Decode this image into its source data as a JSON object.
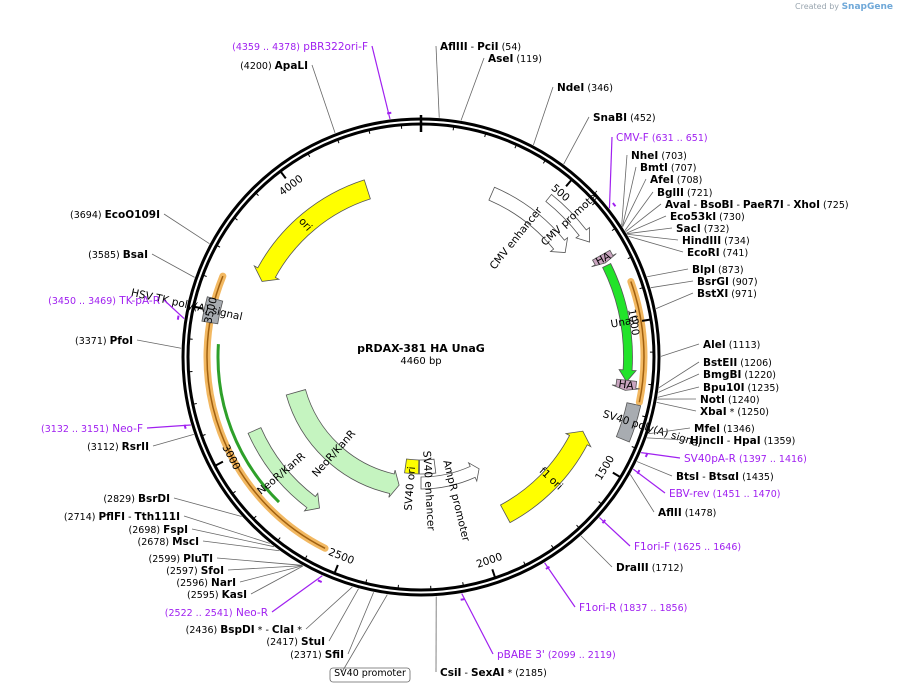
{
  "credit": {
    "prefix": "Created by",
    "brand": "SnapGene"
  },
  "plasmid": {
    "name": "pRDAX-381    HA UnaG",
    "size_label": "4460 bp",
    "length": 4460
  },
  "tick_labels": [
    "500",
    "1000",
    "1500",
    "2000",
    "2500",
    "3000",
    "3500",
    "4000"
  ],
  "sites": [
    {
      "parts": [
        [
          "AflIII",
          "b"
        ],
        [
          "  -  ",
          "n"
        ],
        [
          "PciI",
          "b"
        ],
        [
          "  (54)",
          "n"
        ]
      ],
      "pos": 54
    },
    {
      "parts": [
        [
          "AseI",
          "b"
        ],
        [
          "  (119)",
          "n"
        ]
      ],
      "pos": 119
    },
    {
      "parts": [
        [
          "NdeI",
          "b"
        ],
        [
          "  (346)",
          "n"
        ]
      ],
      "pos": 346
    },
    {
      "parts": [
        [
          "SnaBI",
          "b"
        ],
        [
          "  (452)",
          "n"
        ]
      ],
      "pos": 452
    },
    {
      "parts": [
        [
          "NheI",
          "b"
        ],
        [
          "  (703)",
          "n"
        ]
      ],
      "pos": 703
    },
    {
      "parts": [
        [
          "BmtI",
          "b"
        ],
        [
          "  (707)",
          "n"
        ]
      ],
      "pos": 707
    },
    {
      "parts": [
        [
          "AfeI",
          "b"
        ],
        [
          "  (708)",
          "n"
        ]
      ],
      "pos": 708
    },
    {
      "parts": [
        [
          "BglII",
          "b"
        ],
        [
          "  (721)",
          "n"
        ]
      ],
      "pos": 721
    },
    {
      "parts": [
        [
          "AvaI",
          "b"
        ],
        [
          "  -  ",
          "n"
        ],
        [
          "BsoBI",
          "b"
        ],
        [
          "  -  ",
          "n"
        ],
        [
          "PaeR7I",
          "b"
        ],
        [
          "  -  ",
          "n"
        ],
        [
          "XhoI",
          "b"
        ],
        [
          "  (725)",
          "n"
        ]
      ],
      "pos": 725
    },
    {
      "parts": [
        [
          "Eco53kI",
          "b"
        ],
        [
          "  (730)",
          "n"
        ]
      ],
      "pos": 730
    },
    {
      "parts": [
        [
          "SacI",
          "b"
        ],
        [
          "  (732)",
          "n"
        ]
      ],
      "pos": 732
    },
    {
      "parts": [
        [
          "HindIII",
          "b"
        ],
        [
          "  (734)",
          "n"
        ]
      ],
      "pos": 734
    },
    {
      "parts": [
        [
          "EcoRI",
          "b"
        ],
        [
          "  (741)",
          "n"
        ]
      ],
      "pos": 741
    },
    {
      "parts": [
        [
          "BlpI",
          "b"
        ],
        [
          "  (873)",
          "n"
        ]
      ],
      "pos": 873
    },
    {
      "parts": [
        [
          "BsrGI",
          "b"
        ],
        [
          "  (907)",
          "n"
        ]
      ],
      "pos": 907
    },
    {
      "parts": [
        [
          "BstXI",
          "b"
        ],
        [
          "  (971)",
          "n"
        ]
      ],
      "pos": 971
    },
    {
      "parts": [
        [
          "AleI",
          "b"
        ],
        [
          "  (1113)",
          "n"
        ]
      ],
      "pos": 1113
    },
    {
      "parts": [
        [
          "BstEII",
          "b"
        ],
        [
          "  (1206)",
          "n"
        ]
      ],
      "pos": 1206
    },
    {
      "parts": [
        [
          "BmgBI",
          "b"
        ],
        [
          "  (1220)",
          "n"
        ]
      ],
      "pos": 1220
    },
    {
      "parts": [
        [
          "Bpu10I",
          "b"
        ],
        [
          "  (1235)",
          "n"
        ]
      ],
      "pos": 1235
    },
    {
      "parts": [
        [
          "NotI",
          "b"
        ],
        [
          "  (1240)",
          "n"
        ]
      ],
      "pos": 1240
    },
    {
      "parts": [
        [
          "XbaI",
          "b"
        ],
        [
          " *  (1250)",
          "n"
        ]
      ],
      "pos": 1250
    },
    {
      "parts": [
        [
          "MfeI",
          "b"
        ],
        [
          "  (1346)",
          "n"
        ]
      ],
      "pos": 1346
    },
    {
      "parts": [
        [
          "HincII",
          "b"
        ],
        [
          "  -  ",
          "n"
        ],
        [
          "HpaI",
          "b"
        ],
        [
          "  (1359)",
          "n"
        ]
      ],
      "pos": 1359
    },
    {
      "parts": [
        [
          "BtsI",
          "b"
        ],
        [
          "  -  ",
          "n"
        ],
        [
          "BtsαI",
          "b"
        ],
        [
          "  (1435)",
          "n"
        ]
      ],
      "pos": 1435
    },
    {
      "parts": [
        [
          "AflII",
          "b"
        ],
        [
          "  (1478)",
          "n"
        ]
      ],
      "pos": 1478
    },
    {
      "parts": [
        [
          "DraIII",
          "b"
        ],
        [
          "  (1712)",
          "n"
        ]
      ],
      "pos": 1712
    },
    {
      "parts": [
        [
          "CsiI",
          "b"
        ],
        [
          "  -  ",
          "n"
        ],
        [
          "SexAI",
          "b"
        ],
        [
          " *  (2185)",
          "n"
        ]
      ],
      "pos": 2185
    },
    {
      "parts": [
        [
          "SV40 promoter",
          "n"
        ]
      ],
      "pos": 2330
    },
    {
      "parts": [
        [
          "(2371)  ",
          "n"
        ],
        [
          "SfiI",
          "b"
        ]
      ],
      "pos": 2371
    },
    {
      "parts": [
        [
          "(2417)  ",
          "n"
        ],
        [
          "StuI",
          "b"
        ]
      ],
      "pos": 2417
    },
    {
      "parts": [
        [
          "(2436)  ",
          "n"
        ],
        [
          "BspDI",
          "b"
        ],
        [
          " *  -  ",
          "n"
        ],
        [
          "ClaI",
          "b"
        ],
        [
          " *",
          "n"
        ]
      ],
      "pos": 2436
    },
    {
      "parts": [
        [
          "(2595)  ",
          "n"
        ],
        [
          "KasI",
          "b"
        ]
      ],
      "pos": 2595
    },
    {
      "parts": [
        [
          "(2596)  ",
          "n"
        ],
        [
          "NarI",
          "b"
        ]
      ],
      "pos": 2596
    },
    {
      "parts": [
        [
          "(2597)  ",
          "n"
        ],
        [
          "SfoI",
          "b"
        ]
      ],
      "pos": 2597
    },
    {
      "parts": [
        [
          "(2599)  ",
          "n"
        ],
        [
          "PluTI",
          "b"
        ]
      ],
      "pos": 2599
    },
    {
      "parts": [
        [
          "(2678)  ",
          "n"
        ],
        [
          "MscI",
          "b"
        ]
      ],
      "pos": 2678
    },
    {
      "parts": [
        [
          "(2698)  ",
          "n"
        ],
        [
          "FspI",
          "b"
        ]
      ],
      "pos": 2698
    },
    {
      "parts": [
        [
          "(2714)  ",
          "n"
        ],
        [
          "PflFI",
          "b"
        ],
        [
          "  -  ",
          "n"
        ],
        [
          "Tth111I",
          "b"
        ]
      ],
      "pos": 2714
    },
    {
      "parts": [
        [
          "(2829)  ",
          "n"
        ],
        [
          "BsrDI",
          "b"
        ]
      ],
      "pos": 2829
    },
    {
      "parts": [
        [
          "(3112)  ",
          "n"
        ],
        [
          "RsrII",
          "b"
        ]
      ],
      "pos": 3112
    },
    {
      "parts": [
        [
          "(3371)  ",
          "n"
        ],
        [
          "PfoI",
          "b"
        ]
      ],
      "pos": 3371
    },
    {
      "parts": [
        [
          "(3585)  ",
          "n"
        ],
        [
          "BsaI",
          "b"
        ]
      ],
      "pos": 3585
    },
    {
      "parts": [
        [
          "(3694)  ",
          "n"
        ],
        [
          "EcoO109I",
          "b"
        ]
      ],
      "pos": 3694
    },
    {
      "parts": [
        [
          "(4200)  ",
          "n"
        ],
        [
          "ApaLI",
          "b"
        ]
      ],
      "pos": 4200
    }
  ],
  "primers": [
    {
      "parts": [
        [
          "CMV-F",
          "n"
        ],
        [
          "    (631 .. 651)",
          "p"
        ]
      ],
      "pos": 641
    },
    {
      "parts": [
        [
          "SV40pA-R",
          "n"
        ],
        [
          "    (1397 .. 1416)",
          "p"
        ]
      ],
      "pos": 1406
    },
    {
      "parts": [
        [
          "EBV-rev",
          "n"
        ],
        [
          "    (1451 .. 1470)",
          "p"
        ]
      ],
      "pos": 1460
    },
    {
      "parts": [
        [
          "F1ori-F",
          "n"
        ],
        [
          "    (1625 .. 1646)",
          "p"
        ]
      ],
      "pos": 1635
    },
    {
      "parts": [
        [
          "F1ori-R",
          "n"
        ],
        [
          "    (1837 .. 1856)",
          "p"
        ]
      ],
      "pos": 1846
    },
    {
      "parts": [
        [
          "pBABE 3'",
          "n"
        ],
        [
          "    (2099 .. 2119)",
          "p"
        ]
      ],
      "pos": 2109
    },
    {
      "parts": [
        [
          "(2522 .. 2541)",
          "p"
        ],
        [
          "    Neo-R",
          "n"
        ]
      ],
      "pos": 2531
    },
    {
      "parts": [
        [
          "(3132 .. 3151)",
          "p"
        ],
        [
          "    Neo-F",
          "n"
        ]
      ],
      "pos": 3141
    },
    {
      "parts": [
        [
          "(3450 .. 3469)",
          "p"
        ],
        [
          "    TK-pA-R",
          "n"
        ]
      ],
      "pos": 3459
    },
    {
      "parts": [
        [
          "(4359 .. 4378)",
          "p"
        ],
        [
          "    pBR322ori-F",
          "n"
        ]
      ],
      "pos": 4368
    }
  ],
  "features": [
    {
      "label": "ori",
      "start": 3660,
      "end": 4240,
      "strand": "rev",
      "color": "#ffff00"
    },
    {
      "label": "CMV enhancer",
      "start": 290,
      "end": 670,
      "strand": "fwd",
      "color": "#ffffff"
    },
    {
      "label": "CMV promoter",
      "start": 480,
      "end": 690,
      "strand": "fwd",
      "color": "#ffffff"
    },
    {
      "label": "HA",
      "start": 750,
      "end": 780,
      "strand": "fwd",
      "color": "#c9a4bf"
    },
    {
      "label": "UnaG",
      "start": 790,
      "end": 1200,
      "strand": "fwd",
      "color": "#22e32a"
    },
    {
      "label": "HA",
      "start": 1195,
      "end": 1230,
      "strand": "fwd",
      "color": "#c9a4bf"
    },
    {
      "label": "SV40 poly(A) signal",
      "start": 1270,
      "end": 1390,
      "strand": "none",
      "color": "#a8acb1"
    },
    {
      "label": "f1 ori",
      "start": 1420,
      "end": 1880,
      "strand": "rev",
      "color": "#ffff00"
    },
    {
      "label": "AmpR promoter",
      "start": 1890,
      "end": 2230,
      "strand": "rev",
      "color": "#ffffff"
    },
    {
      "label": "SV40 enhancer",
      "start": 2140,
      "end": 2240,
      "strand": "none",
      "color": "#ffffff"
    },
    {
      "label": "SV40 ori",
      "start": 2245,
      "end": 2330,
      "strand": "none",
      "color": "#ffff00"
    },
    {
      "label": "NeoR/KanR",
      "start": 2350,
      "end": 3150,
      "strand": "rev",
      "color": "#c5f4c0"
    },
    {
      "label": "NeoR/KanR",
      "start": 2650,
      "end": 3050,
      "strand": "rev",
      "color": "#c5f4c0"
    },
    {
      "label": "HSV TK poly(A) signal",
      "start": 3460,
      "end": 3540,
      "strand": "none",
      "color": "#a8acb1"
    }
  ]
}
